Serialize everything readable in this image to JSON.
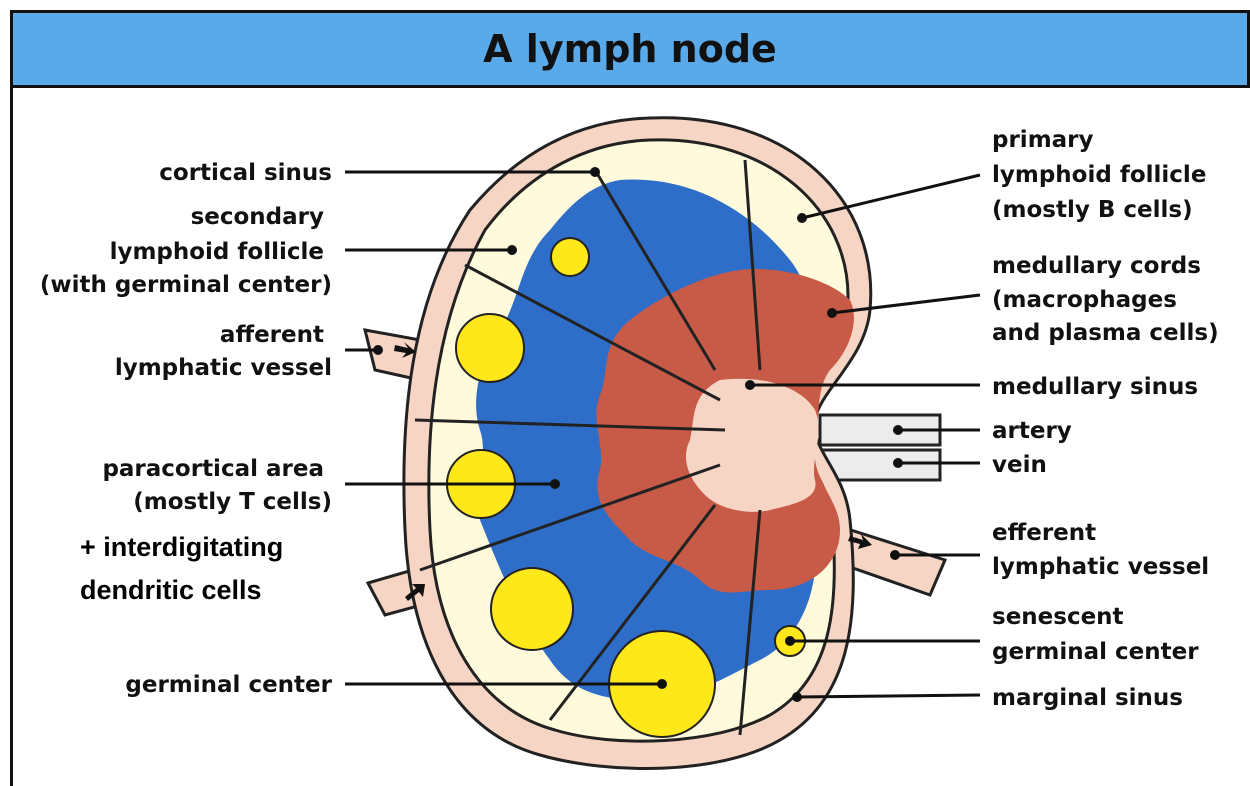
{
  "title": "A lymph node",
  "labels_left": {
    "cortical_sinus": [
      "cortical sinus"
    ],
    "secondary_follicle": [
      "secondary",
      "lymphoid follicle",
      "(with germinal center)"
    ],
    "afferent_vessel": [
      "afferent",
      "lymphatic vessel"
    ],
    "paracortical_area": [
      "paracortical area",
      "(mostly T cells)"
    ],
    "germinal_center": [
      "germinal center"
    ]
  },
  "annotation": [
    "+ interdigitating",
    "dendritic cells"
  ],
  "labels_right": {
    "primary_follicle": [
      "primary",
      "lymphoid follicle",
      "(mostly B cells)"
    ],
    "medullary_cords": [
      "medullary cords",
      "(macrophages",
      "and plasma cells)"
    ],
    "medullary_sinus": [
      "medullary sinus"
    ],
    "artery": [
      "artery"
    ],
    "vein": [
      "vein"
    ],
    "efferent_vessel": [
      "efferent",
      "lymphatic vessel"
    ],
    "senescent_gc": [
      "senescent",
      "germinal center"
    ],
    "marginal_sinus": [
      "marginal sinus"
    ]
  },
  "colors": {
    "title_bg": "#5aa9e8",
    "capsule": "#f6d5c4",
    "cortex": "#fffadc",
    "paracortex": "#2f6ec8",
    "medullary_cords": "#c85a48",
    "germinal": "#ffe81a",
    "vessel": "#e8e8e8"
  }
}
